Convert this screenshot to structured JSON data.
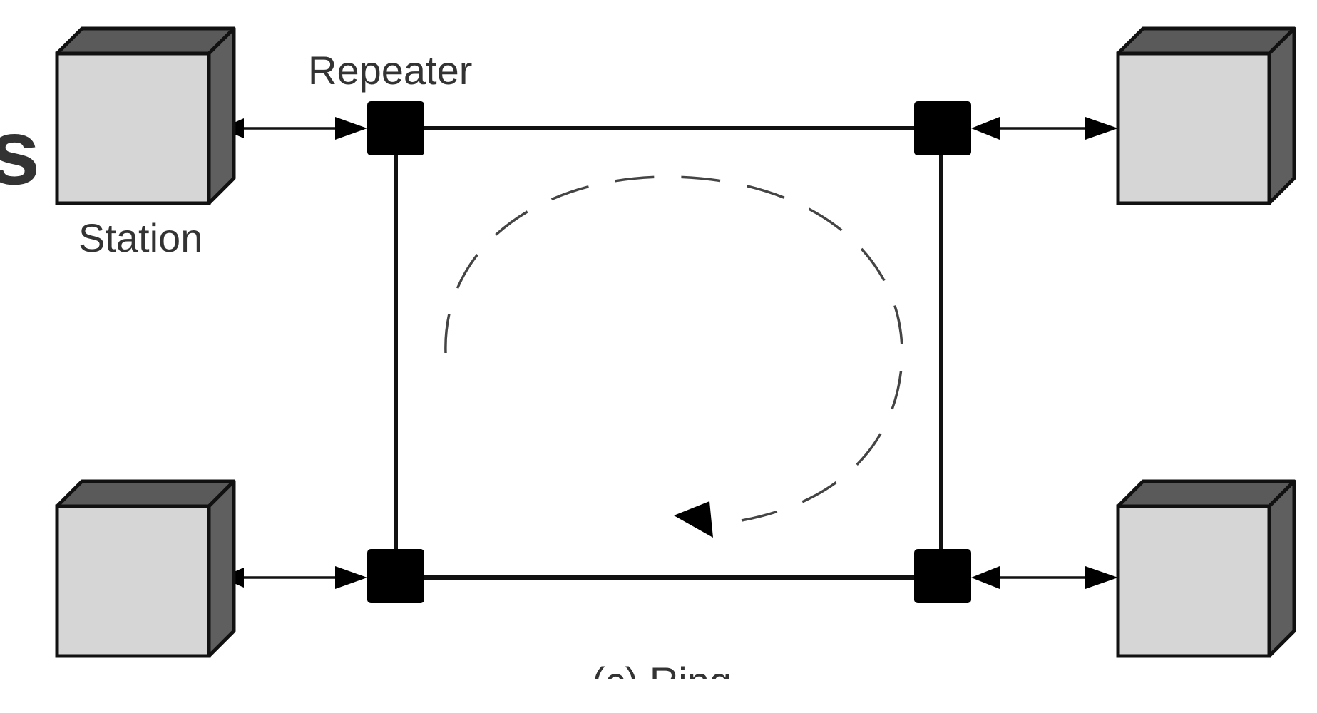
{
  "labels": {
    "repeater": "Repeater",
    "station": "Station",
    "caption": "(c) Ring",
    "edge_glyph": "s"
  },
  "nodes": {
    "stations": [
      "station-top-left",
      "station-top-right",
      "station-bottom-left",
      "station-bottom-right"
    ],
    "repeaters": [
      "repeater-top-left",
      "repeater-top-right",
      "repeater-bottom-left",
      "repeater-bottom-right"
    ]
  },
  "colors": {
    "station_face": "#d6d6d6",
    "station_shade": "#5a5a5a",
    "repeater": "#000000",
    "line": "#111111",
    "text": "#333333"
  }
}
